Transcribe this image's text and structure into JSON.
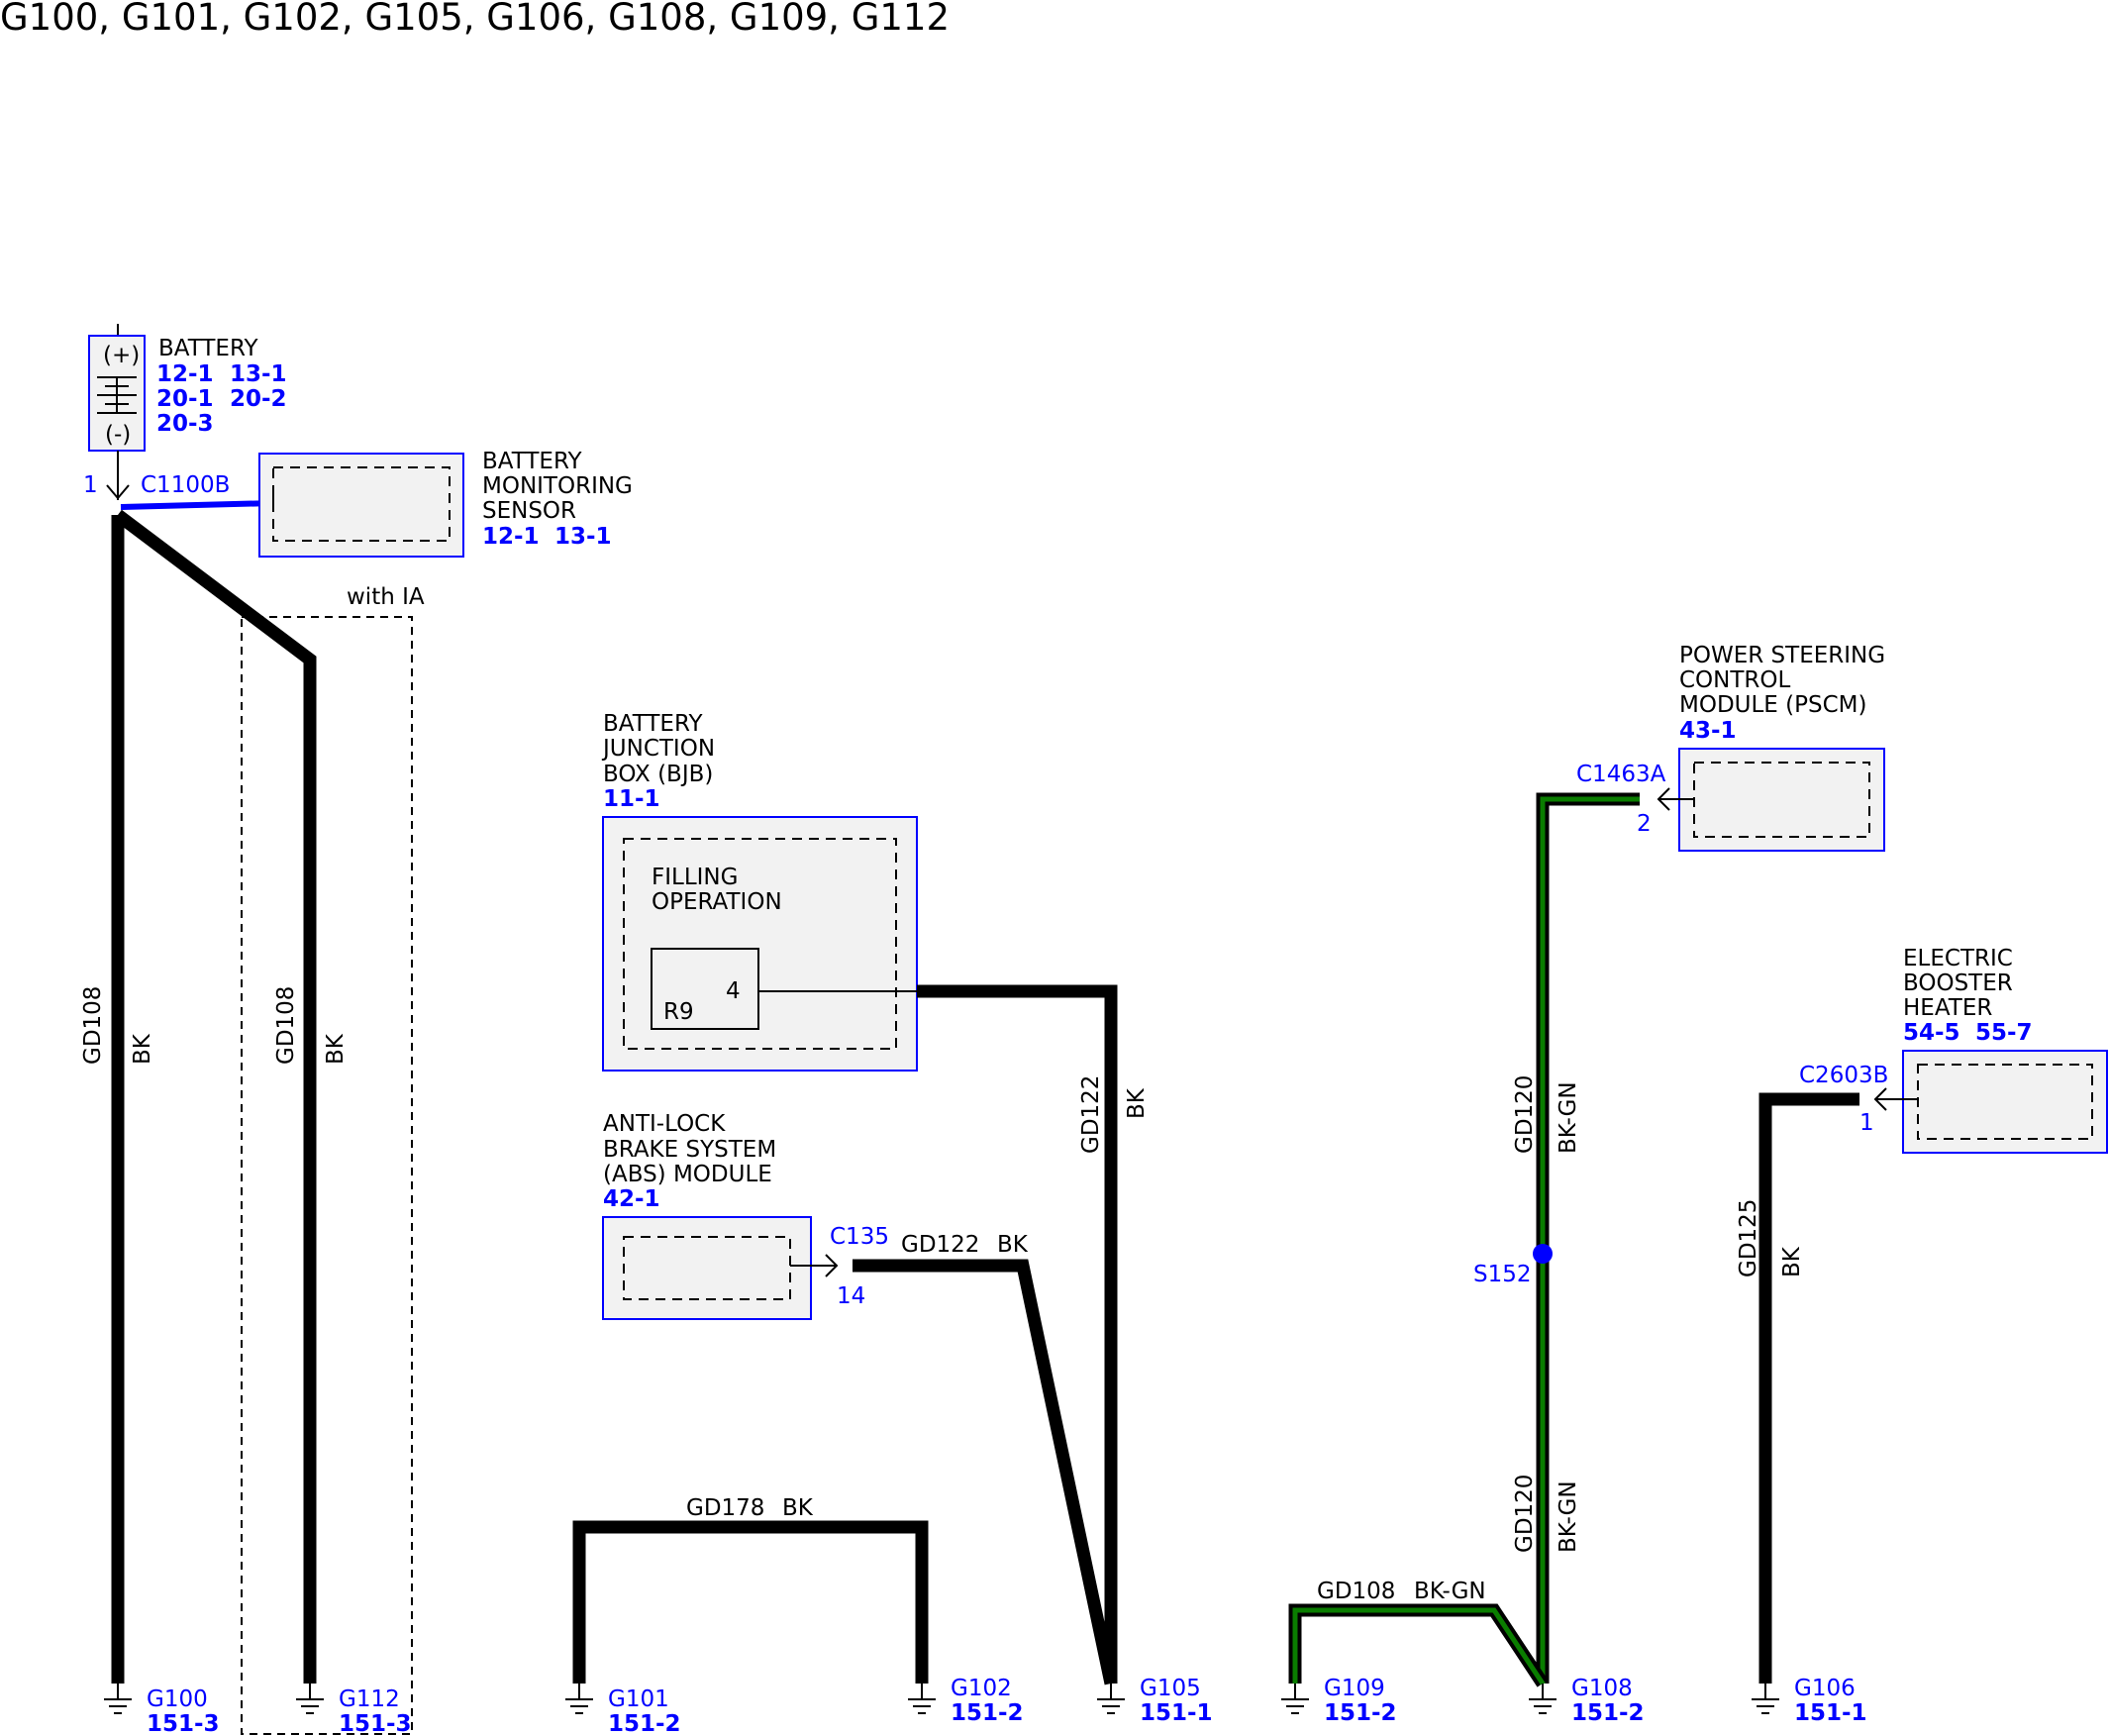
{
  "title": "G100, G101, G102, G105, G106, G108, G109, G112",
  "battery": {
    "name": "BATTERY",
    "plus": "(+)",
    "minus": "(-)",
    "refs": [
      "12-1",
      "13-1",
      "20-1",
      "20-2",
      "20-3"
    ]
  },
  "connector_c1100b": {
    "name": "C1100B",
    "pin": "1"
  },
  "battery_monitoring_sensor": {
    "lines": [
      "BATTERY",
      "MONITORING",
      "SENSOR"
    ],
    "refs": [
      "12-1",
      "13-1"
    ]
  },
  "option_label": "with IA",
  "wires": {
    "gd108_a": {
      "circuit": "GD108",
      "color": "BK"
    },
    "gd108_b": {
      "circuit": "GD108",
      "color": "BK"
    },
    "gd122_bjb": {
      "circuit": "GD122",
      "color": "BK"
    },
    "gd122_abs": {
      "circuit": "GD122",
      "color": "BK"
    },
    "gd178": {
      "circuit": "GD178",
      "color": "BK"
    },
    "gd120_upper": {
      "circuit": "GD120",
      "color": "BK-GN"
    },
    "gd120_lower": {
      "circuit": "GD120",
      "color": "BK-GN"
    },
    "gd108_g109": {
      "circuit": "GD108",
      "color": "BK-GN"
    },
    "gd125": {
      "circuit": "GD125",
      "color": "BK"
    }
  },
  "bjb": {
    "lines": [
      "BATTERY",
      "JUNCTION",
      "BOX (BJB)"
    ],
    "ref": "11-1",
    "inner_lines": [
      "FILLING",
      "OPERATION"
    ],
    "relay": "R9",
    "pin": "4"
  },
  "abs": {
    "lines": [
      "ANTI-LOCK",
      "BRAKE SYSTEM",
      "(ABS) MODULE"
    ],
    "ref": "42-1",
    "connector": "C135",
    "pin": "14"
  },
  "pscm": {
    "lines": [
      "POWER STEERING",
      "CONTROL",
      "MODULE (PSCM)"
    ],
    "ref": "43-1",
    "connector": "C1463A",
    "pin": "2"
  },
  "heater": {
    "lines": [
      "ELECTRIC",
      "BOOSTER",
      "HEATER"
    ],
    "refs": [
      "54-5",
      "55-7"
    ],
    "connector": "C2603B",
    "pin": "1"
  },
  "splice": "S152",
  "grounds": [
    {
      "id": "G100",
      "ref": "151-3"
    },
    {
      "id": "G112",
      "ref": "151-3"
    },
    {
      "id": "G101",
      "ref": "151-2"
    },
    {
      "id": "G102",
      "ref": "151-2"
    },
    {
      "id": "G105",
      "ref": "151-1"
    },
    {
      "id": "G109",
      "ref": "151-2"
    },
    {
      "id": "G108",
      "ref": "151-2"
    },
    {
      "id": "G106",
      "ref": "151-1"
    }
  ],
  "colors": {
    "reference_blue": "#0000ff",
    "wire_black": "#000000",
    "wire_green_tracer": "#0a7d00",
    "component_fill": "#f2f2f2"
  }
}
